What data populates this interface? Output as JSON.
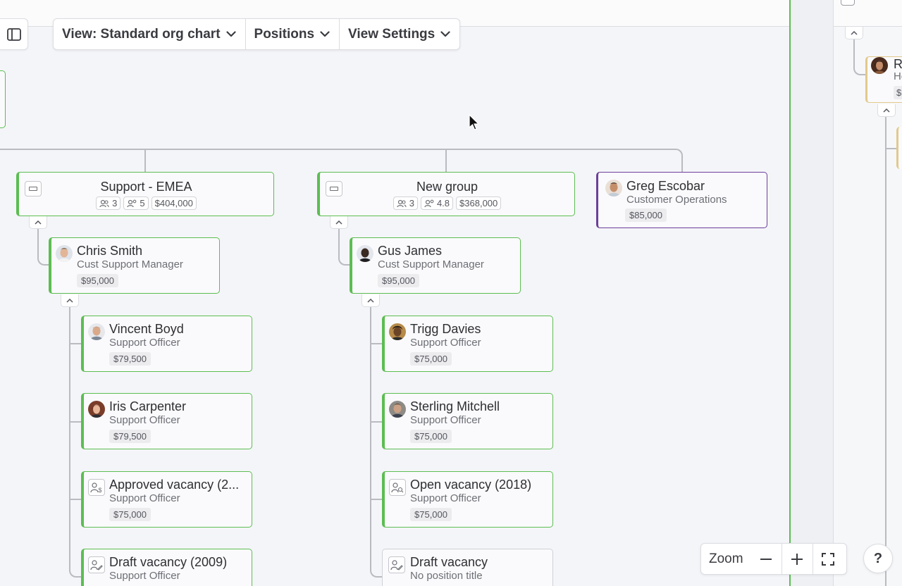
{
  "toolbar": {
    "view_label": "View: Standard org chart",
    "positions_label": "Positions",
    "view_settings_label": "View Settings"
  },
  "groups": [
    {
      "title": "Support - EMEA",
      "people": "3",
      "positions": "5",
      "budget": "$404,000"
    },
    {
      "title": "New group",
      "people": "3",
      "positions": "4.8",
      "budget": "$368,000"
    }
  ],
  "cards": {
    "greg": {
      "name": "Greg Escobar",
      "title": "Customer Operations",
      "salary": "$85,000"
    },
    "chris": {
      "name": "Chris Smith",
      "title": "Cust Support Manager",
      "salary": "$95,000"
    },
    "gus": {
      "name": "Gus James",
      "title": "Cust Support Manager",
      "salary": "$95,000"
    },
    "vincent": {
      "name": "Vincent Boyd",
      "title": "Support Officer",
      "salary": "$79,500"
    },
    "iris": {
      "name": "Iris Carpenter",
      "title": "Support Officer",
      "salary": "$79,500"
    },
    "approved": {
      "name": "Approved vacancy (2...",
      "title": "Support Officer",
      "salary": "$75,000"
    },
    "draft1": {
      "name": "Draft vacancy (2009)",
      "title": "Support Officer"
    },
    "trigg": {
      "name": "Trigg Davies",
      "title": "Support Officer",
      "salary": "$75,000"
    },
    "sterling": {
      "name": "Sterling Mitchell",
      "title": "Support Officer",
      "salary": "$75,000"
    },
    "open": {
      "name": "Open vacancy (2018)",
      "title": "Support Officer",
      "salary": "$75,000"
    },
    "draft2": {
      "name": "Draft vacancy",
      "title": "No position title"
    }
  },
  "right_panel": {
    "name_fragment": "Re",
    "title_fragment": "He",
    "salary_fragment": "$"
  },
  "zoom": {
    "label": "Zoom"
  },
  "help": {
    "label": "?"
  },
  "colors": {
    "accent_green": "#5cbd52",
    "accent_purple": "#6b3f9a",
    "accent_gold": "#e2c98c"
  }
}
